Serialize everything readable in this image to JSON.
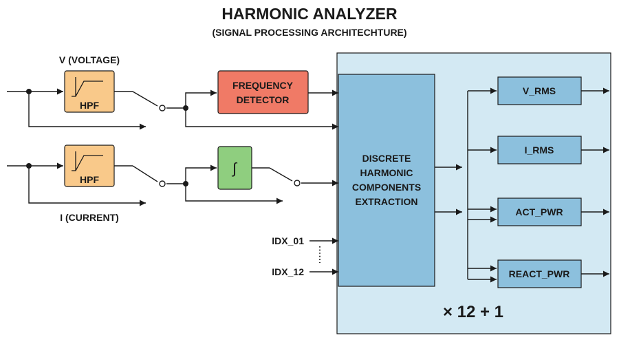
{
  "title": "HARMONIC ANALYZER",
  "subtitle": "(SIGNAL PROCESSING ARCHITECHTURE)",
  "inputs": {
    "voltage_label": "V (VOLTAGE)",
    "current_label": "I (CURRENT)"
  },
  "blocks": {
    "hpf": "HPF",
    "frequency_detector": [
      "FREQUENCY",
      "DETECTOR"
    ],
    "integrator_symbol": "∫",
    "extraction": [
      "DISCRETE",
      "HARMONIC",
      "COMPONENTS",
      "EXTRACTION"
    ]
  },
  "outputs": [
    "V_RMS",
    "I_RMS",
    "ACT_PWR",
    "REACT_PWR"
  ],
  "index_inputs": [
    "IDX_01",
    "IDX_12"
  ],
  "multiplier": "× 12 + 1",
  "colors": {
    "hpf_fill": "#f9c98a",
    "freq_detector_fill": "#f07a66",
    "integrator_fill": "#8fce7f",
    "container_fill": "#d3e9f3",
    "block_fill": "#8cc0dd",
    "stroke": "#1a1a1a"
  }
}
